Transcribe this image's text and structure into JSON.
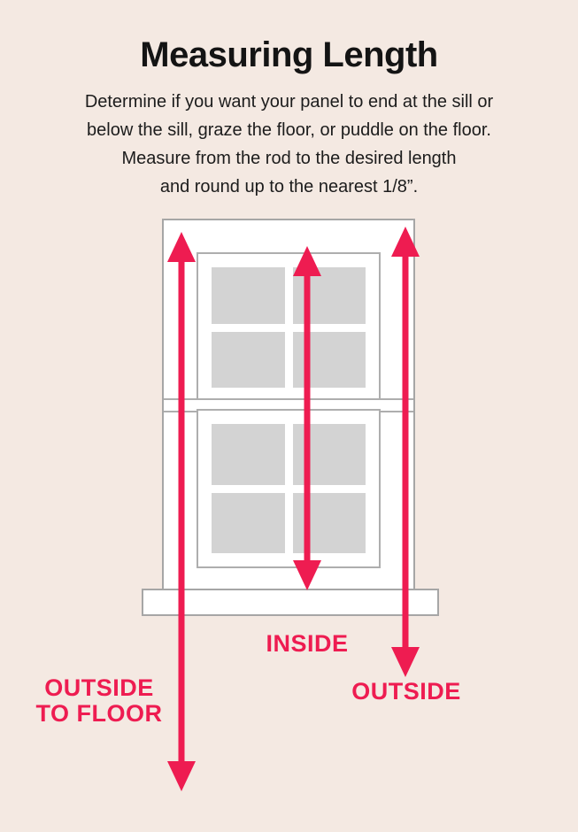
{
  "colors": {
    "background": "#f4e9e2",
    "accent": "#ee1c51",
    "frame_border": "#a6a6a6",
    "pane_fill": "#d3d3d3",
    "text": "#1c1c1c"
  },
  "header": {
    "title": "Measuring Length",
    "description_lines": [
      "Determine if you want your panel to end at the sill or",
      "below the sill, graze the floor, or puddle on the floor.",
      "Measure from the rod to the desired length",
      "and round up to the nearest 1/8”."
    ]
  },
  "diagram": {
    "labels": {
      "inside": "INSIDE",
      "outside": "OUTSIDE",
      "outside_to_floor_line1": "OUTSIDE",
      "outside_to_floor_line2": "TO FLOOR"
    }
  }
}
